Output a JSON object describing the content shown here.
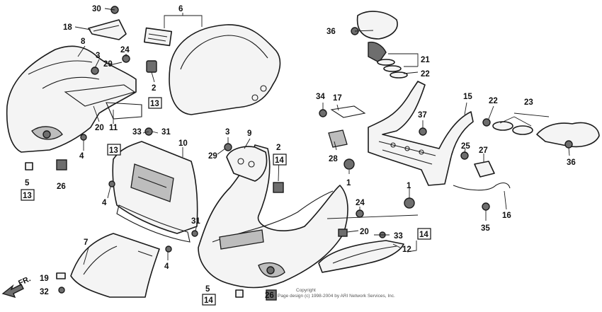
{
  "diagram": {
    "callouts": {
      "n30": "30",
      "n18": "18",
      "n8": "8",
      "n3a": "3",
      "n24a": "24",
      "n29a": "29",
      "n6": "6",
      "n2a": "2",
      "n20a": "20",
      "n11": "11",
      "n33a": "33",
      "n31a": "31",
      "n4a": "4",
      "n5a": "5",
      "n26a": "26",
      "n3b": "3",
      "n29b": "29",
      "n9": "9",
      "n10": "10",
      "n2b": "2",
      "n4b": "4",
      "n31b": "31",
      "n7": "7",
      "n4c": "4",
      "n19": "19",
      "n32": "32",
      "n5b": "5",
      "n26b": "26",
      "n36a": "36",
      "n21": "21",
      "n22a": "22",
      "n34": "34",
      "n17": "17",
      "n37": "37",
      "n15": "15",
      "n22b": "22",
      "n23": "23",
      "n28": "28",
      "n1a": "1",
      "n1b": "1",
      "n25": "25",
      "n27": "27",
      "n36b": "36",
      "n24b": "24",
      "n20b": "20",
      "n33b": "33",
      "n12": "12",
      "n16": "16",
      "n35": "35"
    },
    "boxed": {
      "b13a": "13",
      "b13b": "13",
      "b13c": "13",
      "b14a": "14",
      "b14b": "14",
      "b14c": "14"
    },
    "direction_label": "FR.",
    "copyright_line1": "Copyright",
    "copyright_line2": "Page design (c) 1998-2004 by ARI Network Services, Inc."
  }
}
